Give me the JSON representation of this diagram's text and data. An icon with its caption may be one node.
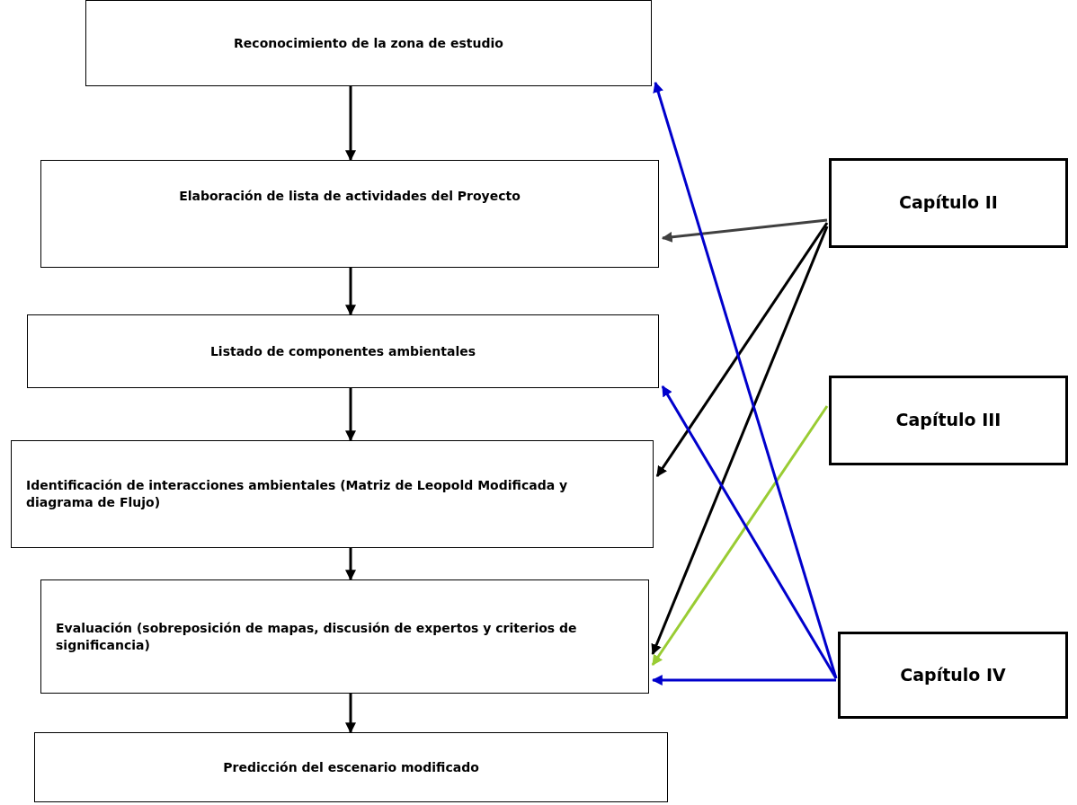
{
  "diagram": {
    "nodes": [
      {
        "text": [
          "Reconocimiento de la zona de estudio"
        ]
      },
      {
        "text": [
          "Elaboración de lista de actividades del Proyecto"
        ]
      },
      {
        "text": [
          "Listado de componentes ambientales"
        ]
      },
      {
        "text": [
          "Identificación de interacciones ambientales (Matriz de Leopold Modificada y diagrama de Flujo)"
        ]
      },
      {
        "text": [
          "Evaluación (sobreposición de mapas, discusión de expertos y criterios de significancia)"
        ]
      },
      {
        "text": [
          "Predicción del escenario modificado"
        ]
      },
      {
        "text": [
          "Capítulo II"
        ]
      },
      {
        "text": [
          "Capítulo III"
        ]
      },
      {
        "text": [
          "Capítulo IV"
        ]
      }
    ],
    "edges": [
      {
        "from": 0,
        "to": 1,
        "arrow": "to"
      },
      {
        "from": 1,
        "to": 2,
        "arrow": "to"
      },
      {
        "from": 2,
        "to": 3,
        "arrow": "to"
      },
      {
        "from": 3,
        "to": 4,
        "arrow": "to"
      },
      {
        "from": 4,
        "to": 5,
        "arrow": "to"
      },
      {
        "from": 6,
        "to": 1,
        "arrow": "to",
        "color": "#404040"
      },
      {
        "from": 6,
        "to": 3,
        "arrow": "to"
      },
      {
        "from": 6,
        "to": 4,
        "arrow": "to"
      },
      {
        "from": 7,
        "to": 4,
        "arrow": "to",
        "color": "#99cc33"
      },
      {
        "from": 8,
        "to": 0,
        "arrow": "to",
        "color": "#0000cc"
      },
      {
        "from": 8,
        "to": 2,
        "arrow": "to",
        "color": "#0000cc"
      },
      {
        "from": 8,
        "to": 4,
        "arrow": "to",
        "color": "#0000cc"
      }
    ]
  }
}
